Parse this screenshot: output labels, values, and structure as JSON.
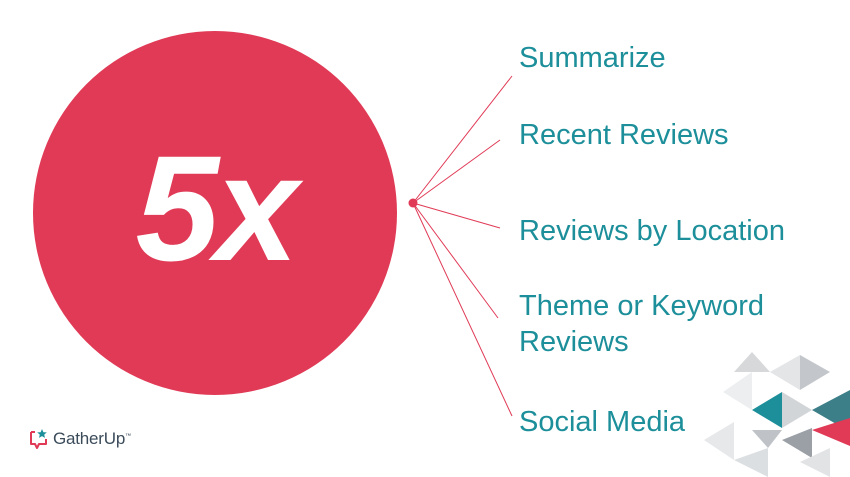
{
  "diagram": {
    "multiplier": "5x",
    "items": [
      {
        "label": "Summarize"
      },
      {
        "label": "Recent Reviews"
      },
      {
        "label": "Reviews by Location"
      },
      {
        "label": "Theme or Keyword Reviews"
      },
      {
        "label": "Social Media"
      }
    ]
  },
  "brand": {
    "name": "GatherUp",
    "trademark": "™"
  },
  "colors": {
    "circle": "#e03a56",
    "item_text": "#1c8f9a",
    "connector": "#e03a56",
    "triangle_teal": "#1c8f9a",
    "triangle_pink": "#e03a56",
    "triangle_grey": "#9aa0a6"
  }
}
